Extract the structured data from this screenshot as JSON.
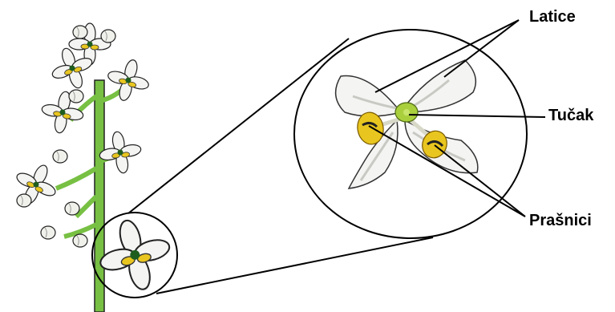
{
  "labels": {
    "petals": "Latice",
    "pistil": "Tučak",
    "stamens": "Prašnici"
  },
  "colors": {
    "outline": "#000000",
    "petal": "#f4f4f2",
    "petal_shade": "#c9c9c4",
    "stem": "#77c043",
    "anther": "#e9c61f",
    "pistil": "#a9cf3d",
    "background": "#ffffff"
  }
}
